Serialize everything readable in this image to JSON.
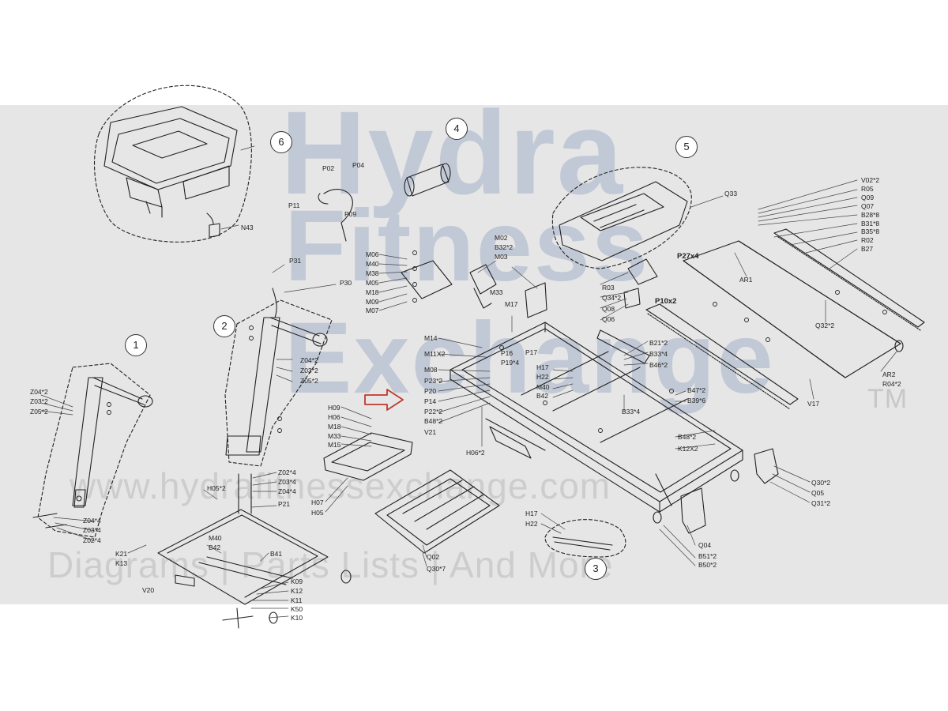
{
  "watermark": {
    "line1": "Hydra",
    "line2": "Fitness",
    "line3": "Exchange",
    "tm": "TM",
    "url": "www.hydrafitnessexchange.com",
    "tagline": "Diagrams | Parts Lists | And More"
  },
  "group_numbers": [
    "1",
    "2",
    "3",
    "4",
    "5",
    "6"
  ],
  "part_labels": {
    "g6": [
      "N43"
    ],
    "g4_cable": [
      "P02",
      "P04",
      "P11",
      "P09"
    ],
    "console_mount": [
      "M06",
      "M40",
      "M38",
      "M05",
      "M18",
      "M09",
      "M07"
    ],
    "motor": [
      "M02",
      "B32*2",
      "M03",
      "M33",
      "M17"
    ],
    "upright_left": [
      "Z04*2",
      "Z03*2",
      "Z05*2",
      "Z04*4",
      "Z03*4",
      "Z02*4"
    ],
    "upright_right": [
      "P31",
      "P30",
      "Z04*2",
      "Z03*2",
      "Z05*2"
    ],
    "base": [
      "H05*2",
      "Z02*4",
      "Z03*4",
      "Z04*4",
      "P21",
      "K21",
      "K13",
      "M40",
      "B42",
      "B41",
      "V20",
      "K09",
      "K12",
      "K11",
      "K50",
      "K10"
    ],
    "incline": [
      "H09",
      "H06",
      "M18",
      "M33",
      "M15",
      "H07",
      "H05"
    ],
    "frame_center": [
      "M14",
      "M11X2",
      "M08",
      "P23*2",
      "P20",
      "P14",
      "P22*2",
      "B48*2",
      "V21",
      "P16",
      "P19*4",
      "P17",
      "H17",
      "H22",
      "M40",
      "B42",
      "H06*2",
      "B33*4"
    ],
    "pan": [
      "Q02",
      "Q30*7"
    ],
    "hood": [
      "Q33",
      "R03",
      "Q34*2",
      "Q08",
      "Q06",
      "AR1"
    ],
    "deck": [
      "V02*2",
      "R05",
      "Q09",
      "Q07",
      "B28*8",
      "B31*8",
      "B35*8",
      "R02",
      "B27",
      "Q32*2",
      "AR2",
      "R04*2",
      "V17"
    ],
    "rear": [
      "B21*2",
      "B33*4",
      "B46*2",
      "B47*2",
      "B39*6",
      "B48*2",
      "K12X2",
      "Q30*2",
      "Q05",
      "Q31*2"
    ],
    "g3": [
      "H17",
      "H22",
      "Q04",
      "B51*2",
      "B50*2"
    ],
    "bold": [
      "P27x4",
      "P10x2"
    ]
  }
}
